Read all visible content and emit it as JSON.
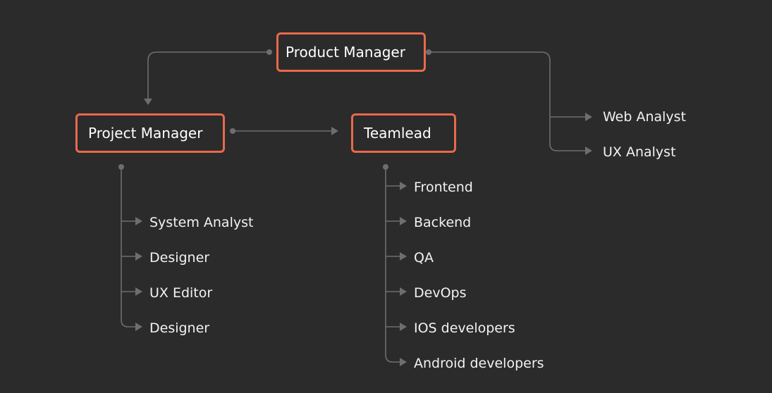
{
  "colors": {
    "background": "#2b2b2b",
    "accent_border": "#e9694b",
    "connector": "#6e6e6e",
    "text": "#ffffff"
  },
  "nodes": {
    "product_manager": "Product Manager",
    "project_manager": "Project Manager",
    "teamlead": "Teamlead"
  },
  "product_manager_children": [
    "Web Analyst",
    "UX Analyst"
  ],
  "project_manager_children": [
    "System Analyst",
    "Designer",
    "UX Editor",
    "Designer"
  ],
  "teamlead_children": [
    "Frontend",
    "Backend",
    "QA",
    "DevOps",
    "IOS developers",
    "Android developers"
  ]
}
